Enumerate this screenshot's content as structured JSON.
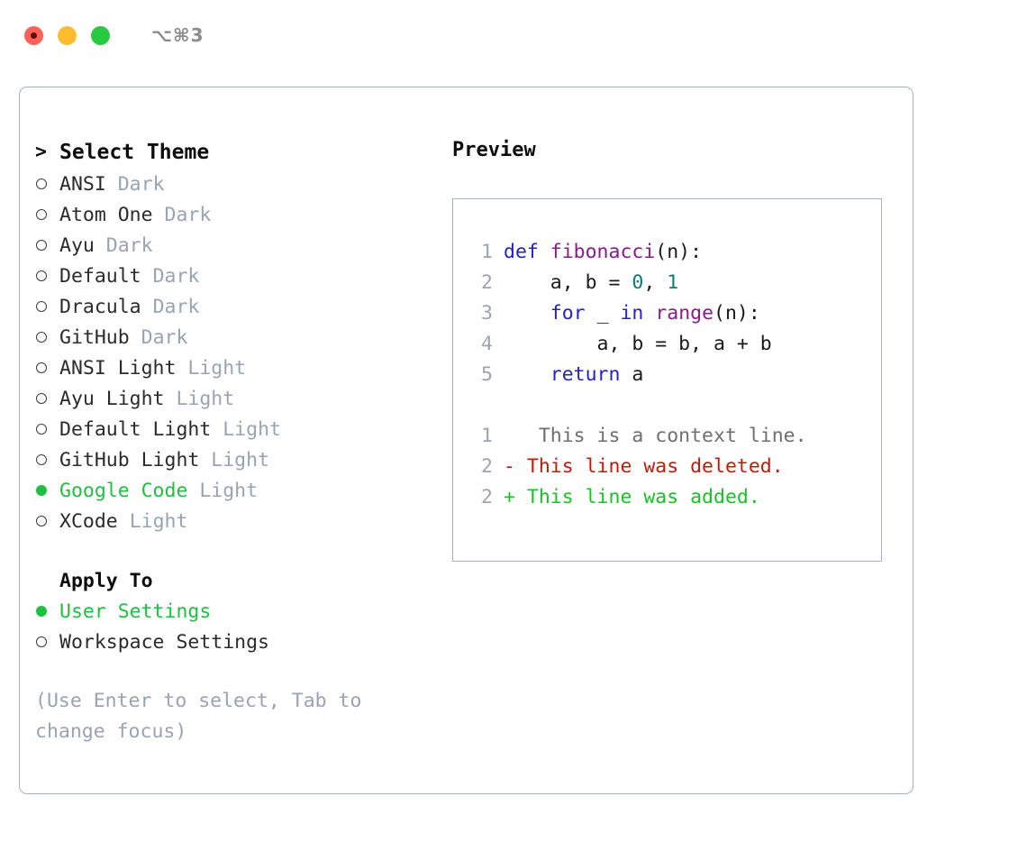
{
  "titlebar": {
    "shortcut": "⌥⌘3",
    "buttons": [
      {
        "name": "close",
        "color": "#ff6058"
      },
      {
        "name": "minimize",
        "color": "#ffbd2e"
      },
      {
        "name": "maximize",
        "color": "#26c940"
      }
    ]
  },
  "colors": {
    "selected_green": "#20bf3f",
    "muted_gray": "#98a4b3",
    "panel_border": "#a7b0bd",
    "keyword_blue": "#2222cc",
    "function_purple": "#8b1a8b",
    "number_teal": "#0a7d7d",
    "diff_deleted_red": "#c01c0c",
    "diff_added_green": "#17c425"
  },
  "theme_list": {
    "header_marker": ">",
    "header_label": "Select Theme",
    "items": [
      {
        "marker": "o",
        "name": "ANSI",
        "kind": "Dark",
        "selected": false
      },
      {
        "marker": "o",
        "name": "Atom One",
        "kind": "Dark",
        "selected": false
      },
      {
        "marker": "o",
        "name": "Ayu",
        "kind": "Dark",
        "selected": false
      },
      {
        "marker": "o",
        "name": "Default",
        "kind": "Dark",
        "selected": false
      },
      {
        "marker": "o",
        "name": "Dracula",
        "kind": "Dark",
        "selected": false
      },
      {
        "marker": "o",
        "name": "GitHub",
        "kind": "Dark",
        "selected": false
      },
      {
        "marker": "o",
        "name": "ANSI Light",
        "kind": "Light",
        "selected": false
      },
      {
        "marker": "o",
        "name": "Ayu Light",
        "kind": "Light",
        "selected": false
      },
      {
        "marker": "o",
        "name": "Default Light",
        "kind": "Light",
        "selected": false
      },
      {
        "marker": "o",
        "name": "GitHub Light",
        "kind": "Light",
        "selected": false
      },
      {
        "marker": "●",
        "name": "Google Code",
        "kind": "Light",
        "selected": true
      },
      {
        "marker": "o",
        "name": "XCode",
        "kind": "Light",
        "selected": false
      }
    ]
  },
  "apply_to": {
    "heading": "Apply To",
    "options": [
      {
        "marker": "●",
        "label": "User Settings",
        "selected": true
      },
      {
        "marker": "o",
        "label": "Workspace Settings",
        "selected": false
      }
    ]
  },
  "hint": "(Use Enter to select, Tab to change focus)",
  "preview": {
    "heading": "Preview",
    "code_lines": [
      {
        "num": "1",
        "tokens": [
          {
            "t": "def ",
            "c": "kw"
          },
          {
            "t": "fibonacci",
            "c": "fn"
          },
          {
            "t": "(n):",
            "c": "pl"
          }
        ]
      },
      {
        "num": "2",
        "tokens": [
          {
            "t": "    a, b = ",
            "c": "pl"
          },
          {
            "t": "0",
            "c": "num"
          },
          {
            "t": ", ",
            "c": "pl"
          },
          {
            "t": "1",
            "c": "num"
          }
        ]
      },
      {
        "num": "3",
        "tokens": [
          {
            "t": "    ",
            "c": "pl"
          },
          {
            "t": "for",
            "c": "kw"
          },
          {
            "t": " _ ",
            "c": "pl"
          },
          {
            "t": "in",
            "c": "kw"
          },
          {
            "t": " ",
            "c": "pl"
          },
          {
            "t": "range",
            "c": "fn"
          },
          {
            "t": "(n):",
            "c": "pl"
          }
        ]
      },
      {
        "num": "4",
        "tokens": [
          {
            "t": "        a, b = b, a + b",
            "c": "pl"
          }
        ]
      },
      {
        "num": "5",
        "tokens": [
          {
            "t": "    ",
            "c": "pl"
          },
          {
            "t": "return",
            "c": "kw"
          },
          {
            "t": " a",
            "c": "pl"
          }
        ]
      }
    ],
    "diff_lines": [
      {
        "num": "1",
        "sign": " ",
        "text": "  This is a context line.",
        "kind": "ctx"
      },
      {
        "num": "2",
        "sign": "-",
        "text": " This line was deleted.",
        "kind": "del"
      },
      {
        "num": "2",
        "sign": "+",
        "text": " This line was added.",
        "kind": "add"
      }
    ]
  }
}
